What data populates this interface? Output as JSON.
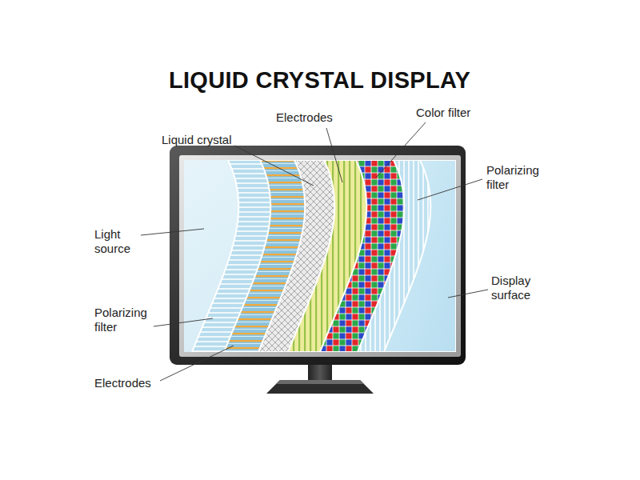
{
  "diagram": {
    "title": "LIQUID CRYSTAL DISPLAY",
    "labels": [
      "Electrodes",
      "Color filter",
      "Liquid crystal",
      "Polarizing filter",
      "Light source",
      "Display surface",
      "Polarizing filter",
      "Electrodes"
    ]
  }
}
